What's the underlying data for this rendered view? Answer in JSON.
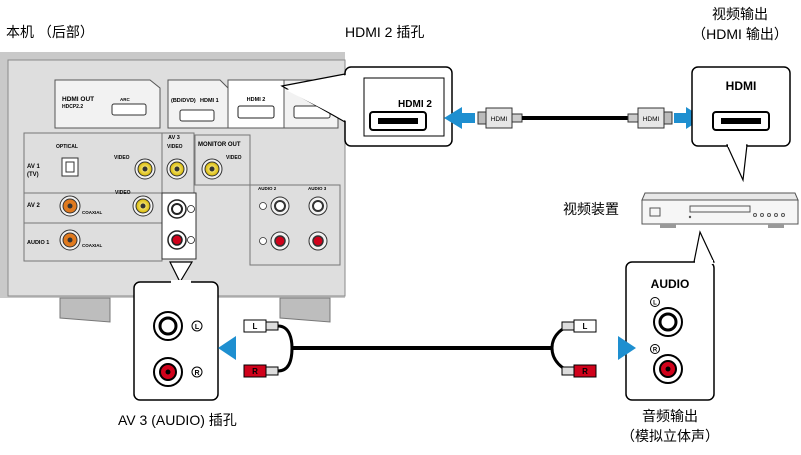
{
  "labels": {
    "unit_rear": "本机 （后部）",
    "hdmi2_jack": "HDMI 2 插孔",
    "video_out_line1": "视频输出",
    "video_out_line2": "（HDMI 输出）",
    "video_device": "视频装置",
    "av3_audio_jack": "AV 3 (AUDIO) 插孔",
    "audio_out_line1": "音频输出",
    "audio_out_line2": "（模拟立体声）"
  },
  "panel": {
    "hdmi_out": "HDMI OUT",
    "hdcp": "HDCP2.2",
    "arc": "ARC",
    "bd_dvd": "(BD/DVD)",
    "hdmi1": "HDMI 1",
    "hdmi2": "HDMI 2",
    "av3": "AV 3",
    "video": "VIDEO",
    "monitor_out": "MONITOR OUT",
    "optical": "OPTICAL",
    "av1": "AV 1",
    "tv": "(TV)",
    "av2": "AV 2",
    "coaxial": "COAXIAL",
    "audio1": "AUDIO 1",
    "audio2": "AUDIO 2",
    "audio3": "AUDIO 3"
  },
  "callouts": {
    "hdmi2": "HDMI 2",
    "hdmi": "HDMI",
    "audio": "AUDIO"
  },
  "cable": {
    "hdmi_plug": "HDMI",
    "left": "L",
    "right": "R"
  },
  "colors": {
    "arrow": "#1e8fd0",
    "panel_bg": "#d9d9d9",
    "rca_red": "#d0021b",
    "rca_yellow": "#e6c800",
    "rca_orange": "#e07a1f"
  }
}
